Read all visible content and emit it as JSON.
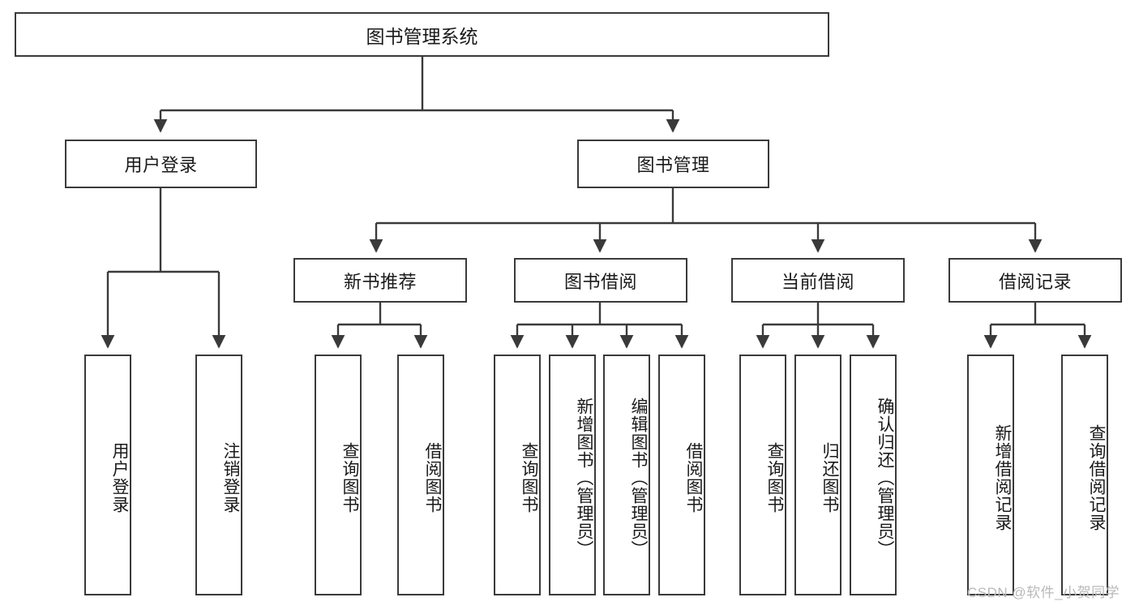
{
  "diagram": {
    "title": "图书管理系统",
    "watermark": "CSDN @软件_小贺同学",
    "colors": {
      "stroke": "#3a3a3a",
      "fill": "#ffffff",
      "text": "#1a1a1a",
      "watermark": "#b9b9b9"
    },
    "root": {
      "label": "图书管理系统"
    },
    "level2": [
      {
        "label": "用户登录"
      },
      {
        "label": "图书管理"
      }
    ],
    "level3": [
      {
        "label": "新书推荐"
      },
      {
        "label": "图书借阅"
      },
      {
        "label": "当前借阅"
      },
      {
        "label": "借阅记录"
      }
    ],
    "leaves": {
      "user_login": [
        {
          "label": "用户登录"
        },
        {
          "label": "注销登录"
        }
      ],
      "new_book": [
        {
          "label": "查询图书"
        },
        {
          "label": "借阅图书"
        }
      ],
      "book_borrow": [
        {
          "label": "查询图书"
        },
        {
          "label": "新增图书（管理员）"
        },
        {
          "label": "编辑图书（管理员）"
        },
        {
          "label": "借阅图书"
        }
      ],
      "current_borrow": [
        {
          "label": "查询图书"
        },
        {
          "label": "归还图书"
        },
        {
          "label": "确认归还（管理员）"
        }
      ],
      "borrow_record": [
        {
          "label": "新增借阅记录"
        },
        {
          "label": "查询借阅记录"
        }
      ]
    }
  }
}
